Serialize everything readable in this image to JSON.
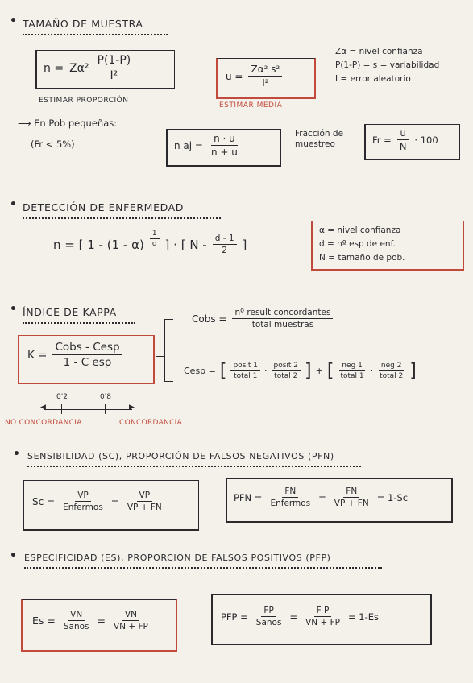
{
  "section1": {
    "title": "Tamaño de muestra",
    "formula1": {
      "lhs": "n =",
      "coef": "Zα²",
      "num": "P(1-P)",
      "den": "I²"
    },
    "formula1_caption": "Estimar proporción",
    "formula2": {
      "lhs": "u =",
      "num": "Zα²   s²",
      "den": "I²"
    },
    "formula2_caption": "Estimar media",
    "legend": [
      "Zα = nivel confianza",
      "P(1-P) = s = variabilidad",
      "I = error aleatorio"
    ],
    "small_pop_label": "En Pob pequeñas:",
    "small_pop_cond": "(Fr < 5%)",
    "formula3": {
      "lhs": "n aj =",
      "num": "n · u",
      "den": "n + u"
    },
    "fraction_label_1": "Fracción de",
    "fraction_label_2": "muestreo",
    "formula4": {
      "lhs": "Fr =",
      "num": "u",
      "den": "N",
      "tail": "· 100"
    }
  },
  "section2": {
    "title": "Detección de enfermedad",
    "formula": {
      "lhs": "n = [ 1 - (1 - α)",
      "exp_num": "1",
      "exp_den": "d",
      "mid": "] · [ N -",
      "num": "d - 1",
      "den": "2",
      "end": "]"
    },
    "legend": [
      "α = nivel confianza",
      "d = nº esp de enf.",
      "N = tamaño de pob."
    ]
  },
  "section3": {
    "title": "Índice de Kappa",
    "formula": {
      "lhs": "K =",
      "num": "Cobs - Cesp",
      "den": "1 - C esp"
    },
    "cobs": {
      "lhs": "Cobs =",
      "num": "nº result concordantes",
      "den": "total muestras"
    },
    "cesp": {
      "lhs": "Cesp =",
      "t1": {
        "num": "posit 1",
        "den": "total 1"
      },
      "t2": {
        "num": "posit 2",
        "den": "total 2"
      },
      "t3": {
        "num": "neg 1",
        "den": "total 1"
      },
      "t4": {
        "num": "neg 2",
        "den": "total 2"
      }
    },
    "scale": {
      "tick1": "0'2",
      "tick2": "0'8",
      "left": "No concordancia",
      "right": "concordancia"
    }
  },
  "section4": {
    "title": "Sensibilidad (Sc), proporción de falsos negativos (PFN)",
    "formula1": {
      "lhs": "Sc =",
      "num1": "VP",
      "den1": "Enfermos",
      "num2": "VP",
      "den2": "VP + FN"
    },
    "formula2": {
      "lhs": "PFN =",
      "num1": "FN",
      "den1": "Enfermos",
      "num2": "FN",
      "den2": "VP + FN",
      "tail": "= 1-Sc"
    }
  },
  "section5": {
    "title": "Especificidad (Es), proporción de falsos positivos (PFP)",
    "formula1": {
      "lhs": "Es =",
      "num1": "VN",
      "den1": "Sanos",
      "num2": "VN",
      "den2": "VN + FP"
    },
    "formula2": {
      "lhs": "PFP =",
      "num1": "FP",
      "den1": "Sanos",
      "num2": "F P",
      "den2": "VN + FP",
      "tail": "= 1-Es"
    }
  },
  "colors": {
    "ink": "#2a2a2e",
    "accent": "#c24a3d",
    "paper": "#f4f1ea"
  }
}
